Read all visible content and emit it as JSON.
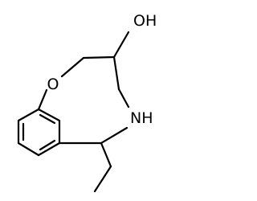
{
  "molecule": {
    "atoms": {
      "hydroxyl": "OH",
      "ring_oxygen": "O",
      "ring_nitrogen": "NH"
    }
  }
}
